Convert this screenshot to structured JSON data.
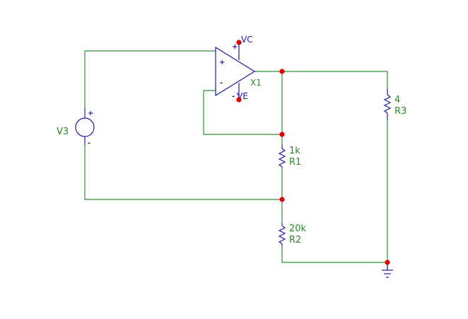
{
  "components": {
    "opamp": {
      "name": "X1",
      "vc": "VC",
      "ve": "VE",
      "plus": "+",
      "minus": "-"
    },
    "source": {
      "name": "V3",
      "plus": "+",
      "minus": "-"
    },
    "r1": {
      "value": "1k",
      "name": "R1"
    },
    "r2": {
      "value": "20k",
      "name": "R2"
    },
    "r3": {
      "value": "4",
      "name": "R3"
    }
  },
  "colors": {
    "wire": "#2f8f2f",
    "component": "#1a1aa8",
    "label": "#2a8a2a",
    "node": "#e00000"
  }
}
